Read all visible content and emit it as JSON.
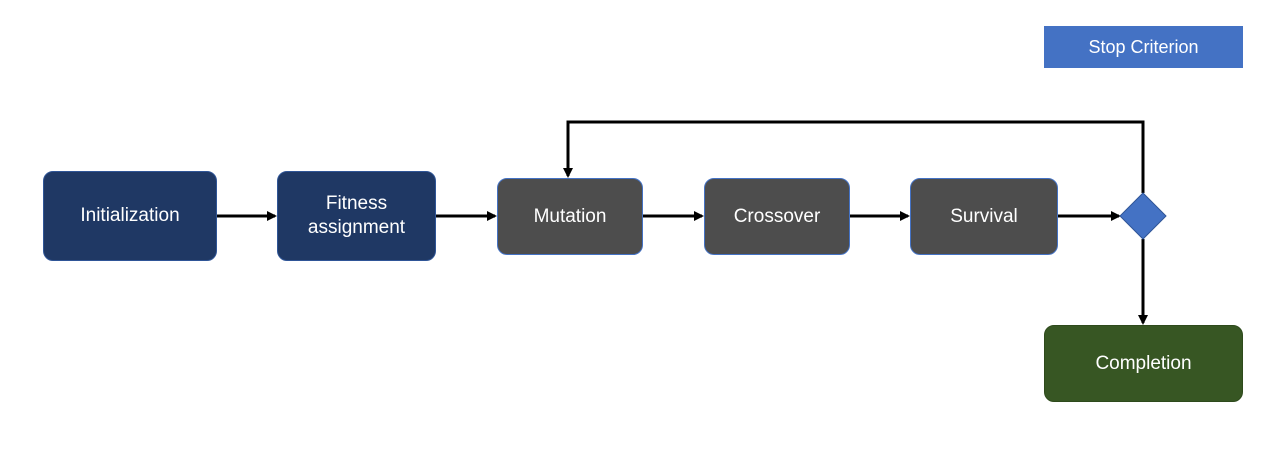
{
  "stop_criterion": {
    "label": "Stop Criterion",
    "color": "#4472c4"
  },
  "nodes": {
    "initialization": {
      "label": "Initialization",
      "color": "#1f3864"
    },
    "fitness_assignment": {
      "label": "Fitness\nassignment",
      "color": "#1f3864"
    },
    "mutation": {
      "label": "Mutation",
      "color": "#4d4d4d"
    },
    "crossover": {
      "label": "Crossover",
      "color": "#4d4d4d"
    },
    "survival": {
      "label": "Survival",
      "color": "#4d4d4d"
    },
    "completion": {
      "label": "Completion",
      "color": "#375623"
    }
  },
  "decision": {
    "color": "#4472c4"
  },
  "edges": [
    {
      "from": "initialization",
      "to": "fitness_assignment"
    },
    {
      "from": "fitness_assignment",
      "to": "mutation"
    },
    {
      "from": "mutation",
      "to": "crossover"
    },
    {
      "from": "crossover",
      "to": "survival"
    },
    {
      "from": "survival",
      "to": "decision"
    },
    {
      "from": "decision",
      "to": "mutation",
      "type": "loop-back"
    },
    {
      "from": "decision",
      "to": "completion"
    }
  ]
}
